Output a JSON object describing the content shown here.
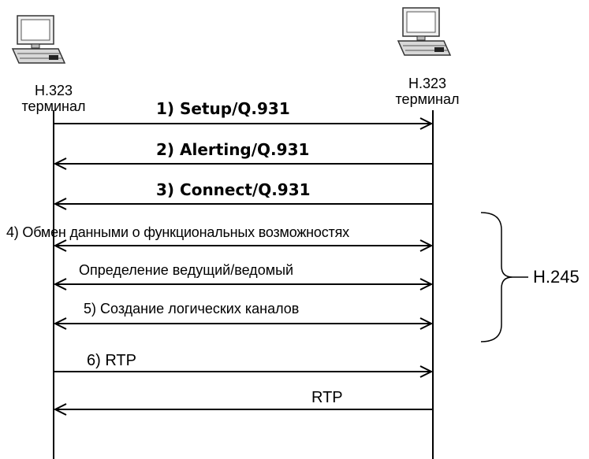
{
  "terminals": {
    "left": {
      "label_line1": "H.323",
      "label_line2": "терминал",
      "icon": "computer-terminal-icon"
    },
    "right": {
      "label_line1": "H.323",
      "label_line2": "терминал",
      "icon": "computer-terminal-icon"
    }
  },
  "messages": [
    {
      "label": "1) Setup/Q.931",
      "direction": "right"
    },
    {
      "label": "2) Alerting/Q.931",
      "direction": "left"
    },
    {
      "label": "3) Connect/Q.931",
      "direction": "left"
    },
    {
      "label": "4) Обмен данными о функциональных возможностях",
      "direction": "both"
    },
    {
      "label": "Определение ведущий/ведомый",
      "direction": "both"
    },
    {
      "label": "5) Создание логических каналов",
      "direction": "both"
    },
    {
      "label": "6) RTP",
      "direction": "right"
    },
    {
      "label": "RTP",
      "direction": "left"
    }
  ],
  "group": {
    "label": "H.245"
  }
}
